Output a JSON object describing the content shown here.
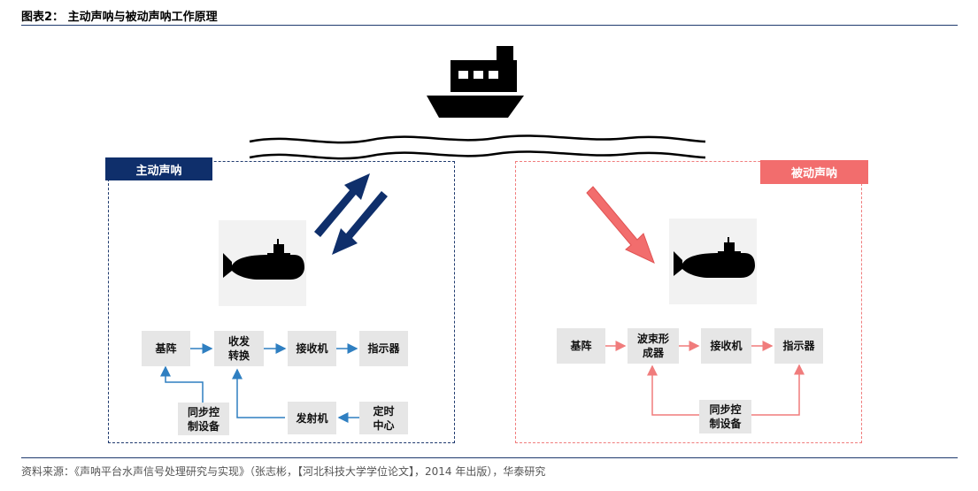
{
  "figure_title": "图表2：  主动声呐与被动声呐工作原理",
  "source_text": "资料来源：《声呐平台水声信号处理研究与实现》（张志彬，【河北科技大学学位论文】，2014 年出版），华泰研究",
  "active": {
    "tag": "主动声呐",
    "boxes": {
      "array": "基阵",
      "tr_switch": "收发\n转换",
      "receiver": "接收机",
      "indicator": "指示器",
      "sync": "同步控\n制设备",
      "transmitter": "发射机",
      "timer": "定时\n中心"
    }
  },
  "passive": {
    "tag": "被动声呐",
    "boxes": {
      "array": "基阵",
      "beamformer": "波束形\n成器",
      "receiver": "接收机",
      "indicator": "指示器",
      "sync": "同步控\n制设备"
    }
  },
  "colors": {
    "active_accent": "#0f2f6b",
    "active_flow": "#2f7fc1",
    "passive_accent": "#f26d6d",
    "passive_flow": "#f07c7c",
    "icon": "#000000"
  },
  "icons": [
    "ship-icon",
    "wave-icon",
    "submarine-icon",
    "signal-arrow-icon"
  ]
}
